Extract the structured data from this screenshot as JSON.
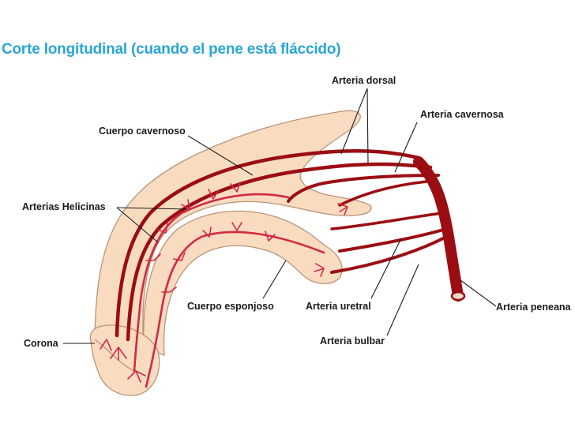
{
  "title": "Corte longitudinal (cuando el pene está fláccido)",
  "labels": {
    "arteria_dorsal": "Arteria dorsal",
    "arteria_cavernosa": "Arteria cavernosa",
    "cuerpo_cavernoso": "Cuerpo cavernoso",
    "arterias_helicinas": "Arterias Helicinas",
    "cuerpo_esponjoso": "Cuerpo esponjoso",
    "arteria_uretral": "Arteria uretral",
    "arteria_bulbar": "Arteria bulbar",
    "arteria_peneana": "Arteria peneana",
    "corona": "Corona"
  },
  "colors": {
    "title": "#2aa6d6",
    "tissue": "#f9dcc0",
    "artery_main": "#9b0d12",
    "artery_fine": "#d22a45"
  }
}
